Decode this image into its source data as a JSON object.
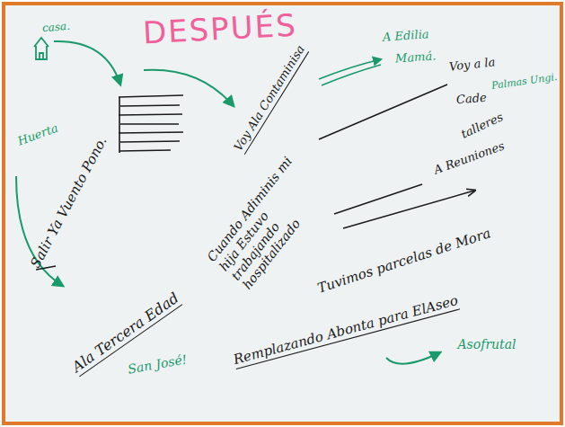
{
  "diagram": {
    "title": "DESPUÉS",
    "labels": [
      "casa.",
      "A Edilia",
      "Mamá.",
      "Huerta",
      "Salir Ya Vuento Pono.",
      "Voy Ala Contaminisa",
      "Voy a la",
      "Palmas Ungi.",
      "Cade",
      "talleres",
      "A Reuniones",
      "Cuando Adiminis mi hija Estuvo trabajando hospitalizado",
      "Ala Tercera Edad",
      "San José!",
      "Tuvimos parcelas de Mora",
      "Remplazando Abonta para ElAseo",
      "Asofrutal"
    ]
  }
}
